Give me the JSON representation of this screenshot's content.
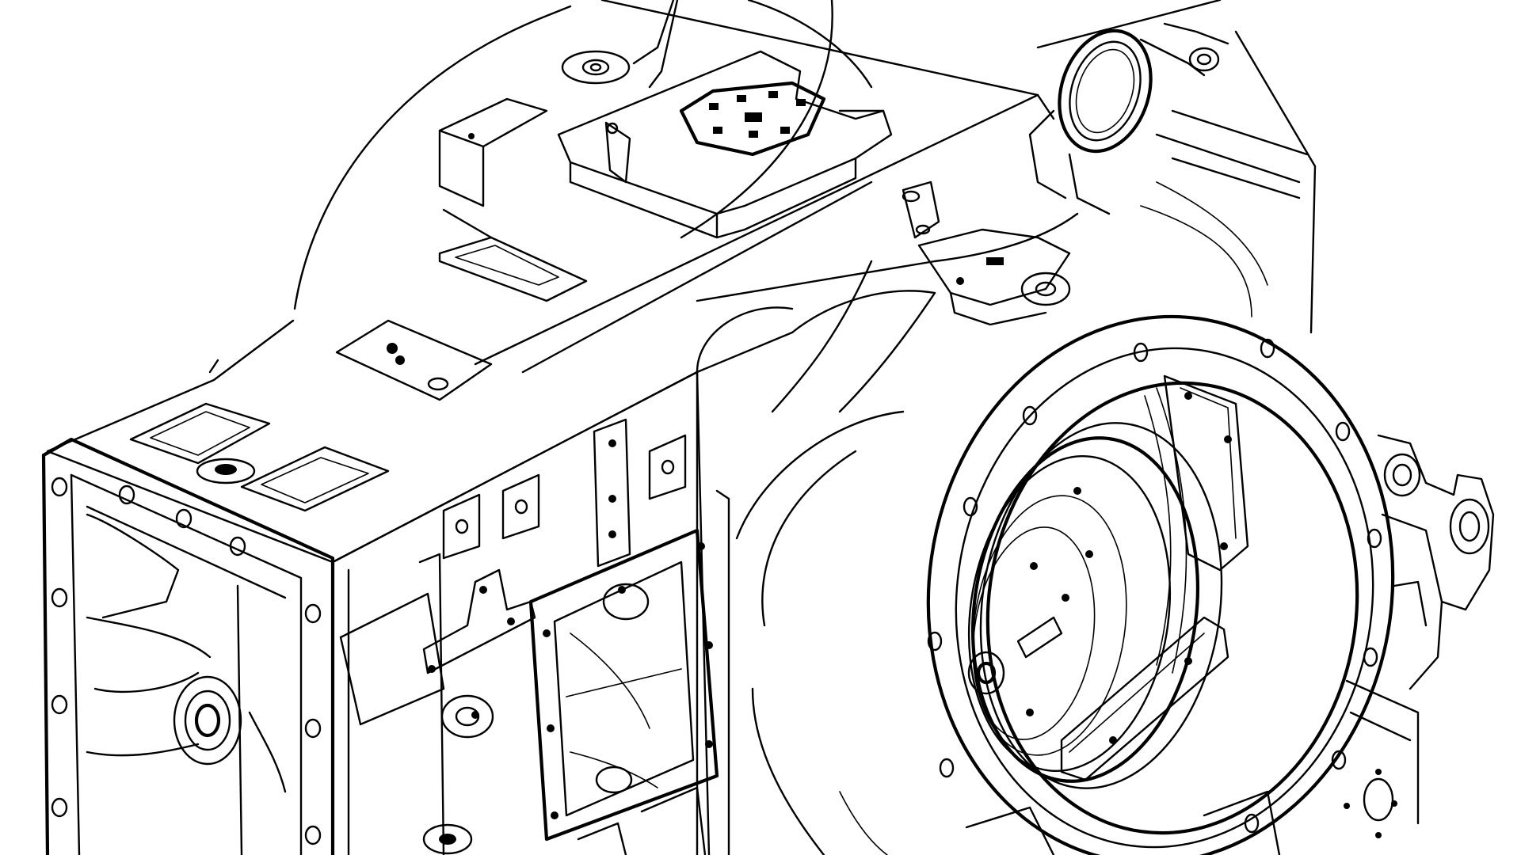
{
  "drawing": {
    "subject": "gearbox-housing-casting",
    "view": "isometric",
    "style": "black line art on white background",
    "colors": {
      "background": "#ffffff",
      "line": "#000000"
    }
  }
}
